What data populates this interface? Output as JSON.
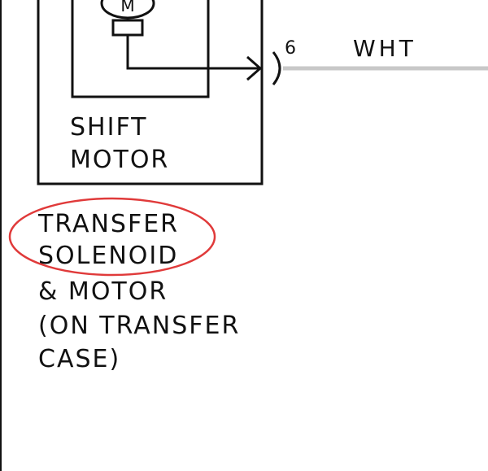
{
  "component": {
    "motor_symbol": "M",
    "label_lines": [
      "SHIFT",
      "MOTOR"
    ]
  },
  "connector": {
    "pin": "6"
  },
  "wire": {
    "color_label": "WHT",
    "line_color": "#c8c8c8"
  },
  "assembly": {
    "label_lines": [
      "TRANSFER",
      "SOLENOID",
      "& MOTOR",
      "(ON TRANSFER",
      "CASE)"
    ],
    "highlight_color": "#e03a3a"
  },
  "line_color": "#111111"
}
